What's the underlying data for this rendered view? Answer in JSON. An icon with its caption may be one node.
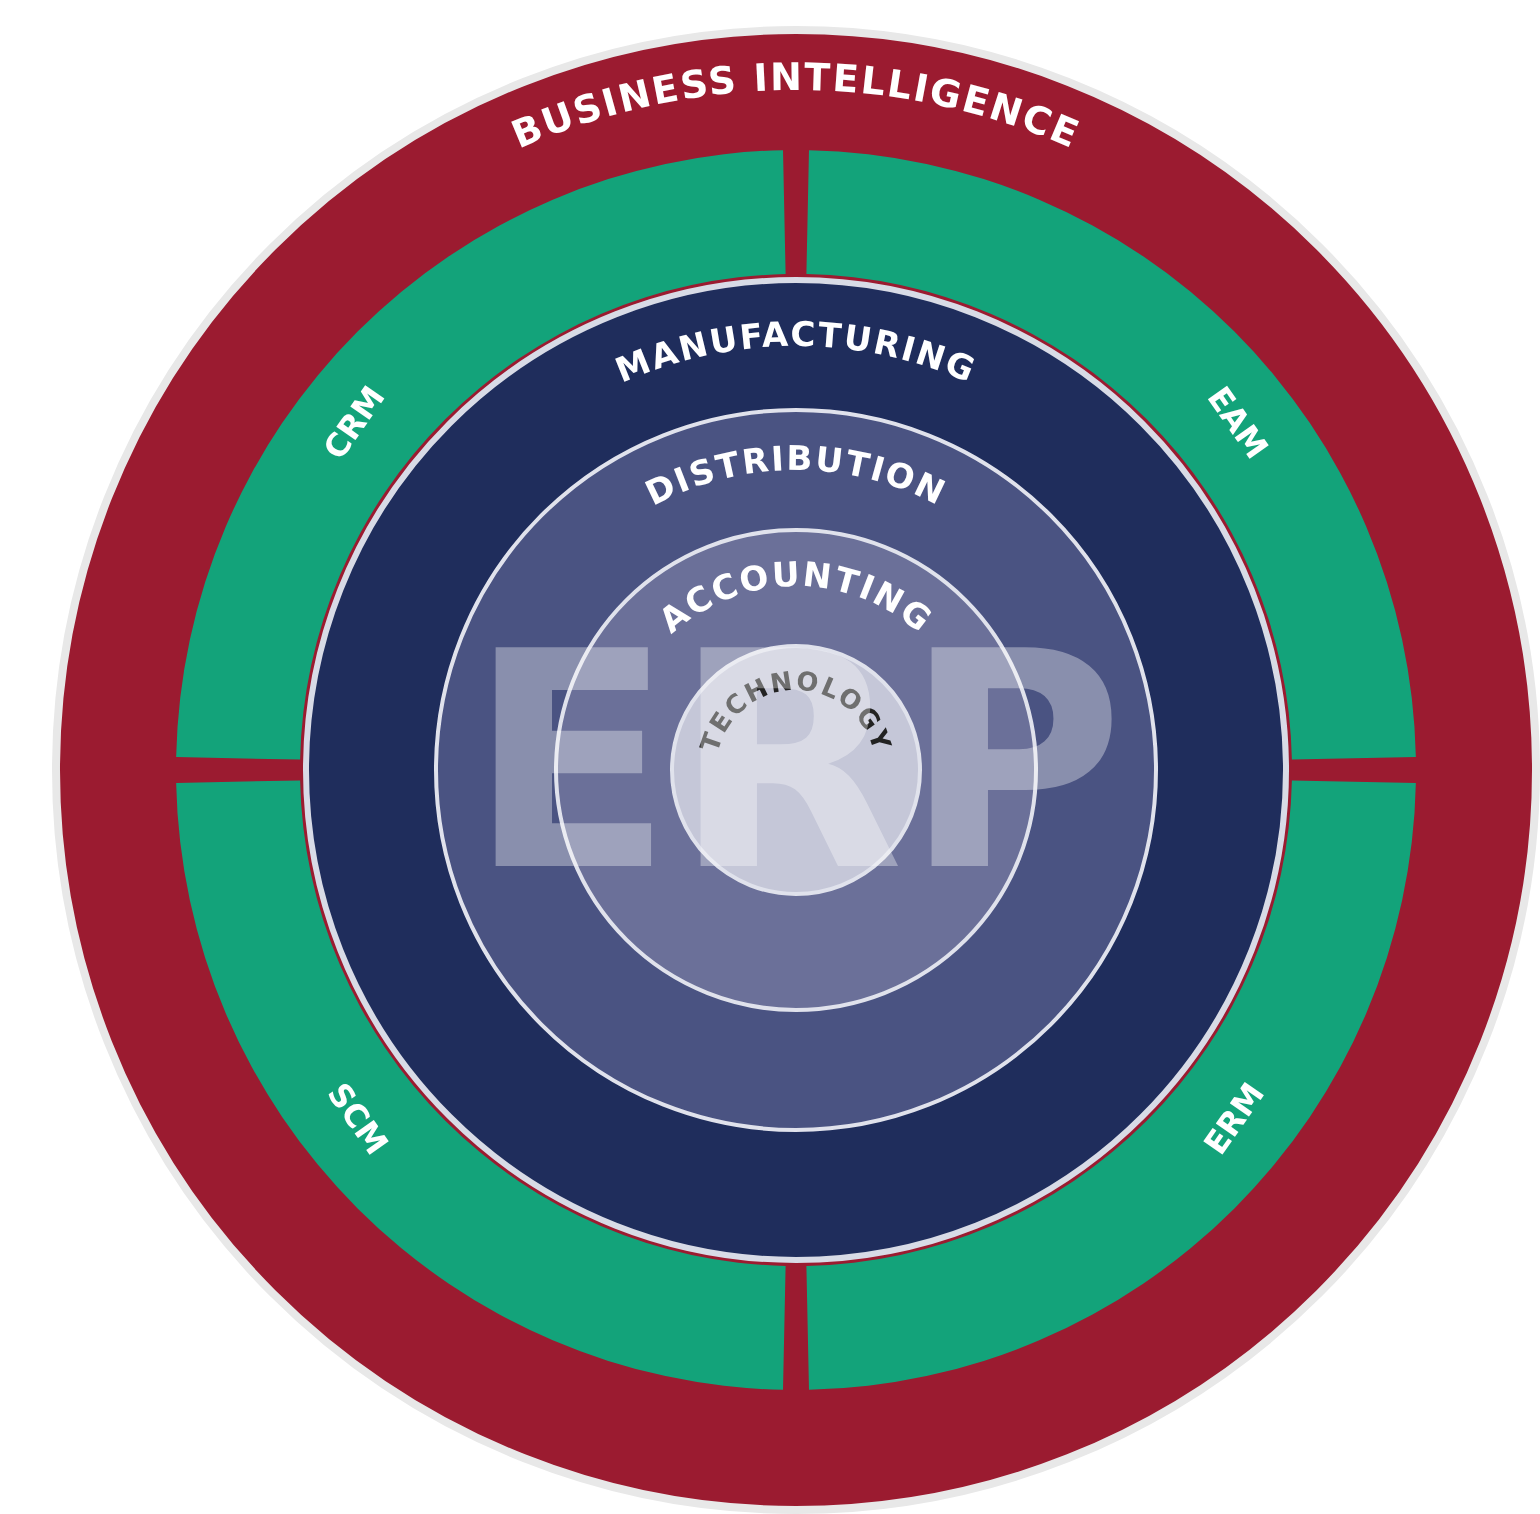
{
  "diagram": {
    "nodes": [
      {
        "text": [
          "BUSINESS INTELLIGENCE"
        ]
      },
      {
        "text": [
          "CRM"
        ],
        "in": 0
      },
      {
        "text": [
          "EAM"
        ],
        "in": 0
      },
      {
        "text": [
          "SCM"
        ],
        "in": 0
      },
      {
        "text": [
          "ERM"
        ],
        "in": 0
      },
      {
        "text": [
          "MANUFACTURING"
        ],
        "in": 0
      },
      {
        "text": [
          "DISTRIBUTION"
        ],
        "in": 5
      },
      {
        "text": [
          "ACCOUNTING"
        ],
        "in": 6
      },
      {
        "text": [
          "TECHNOLOGY"
        ],
        "in": 7
      }
    ],
    "labels": [
      "ERP"
    ]
  }
}
